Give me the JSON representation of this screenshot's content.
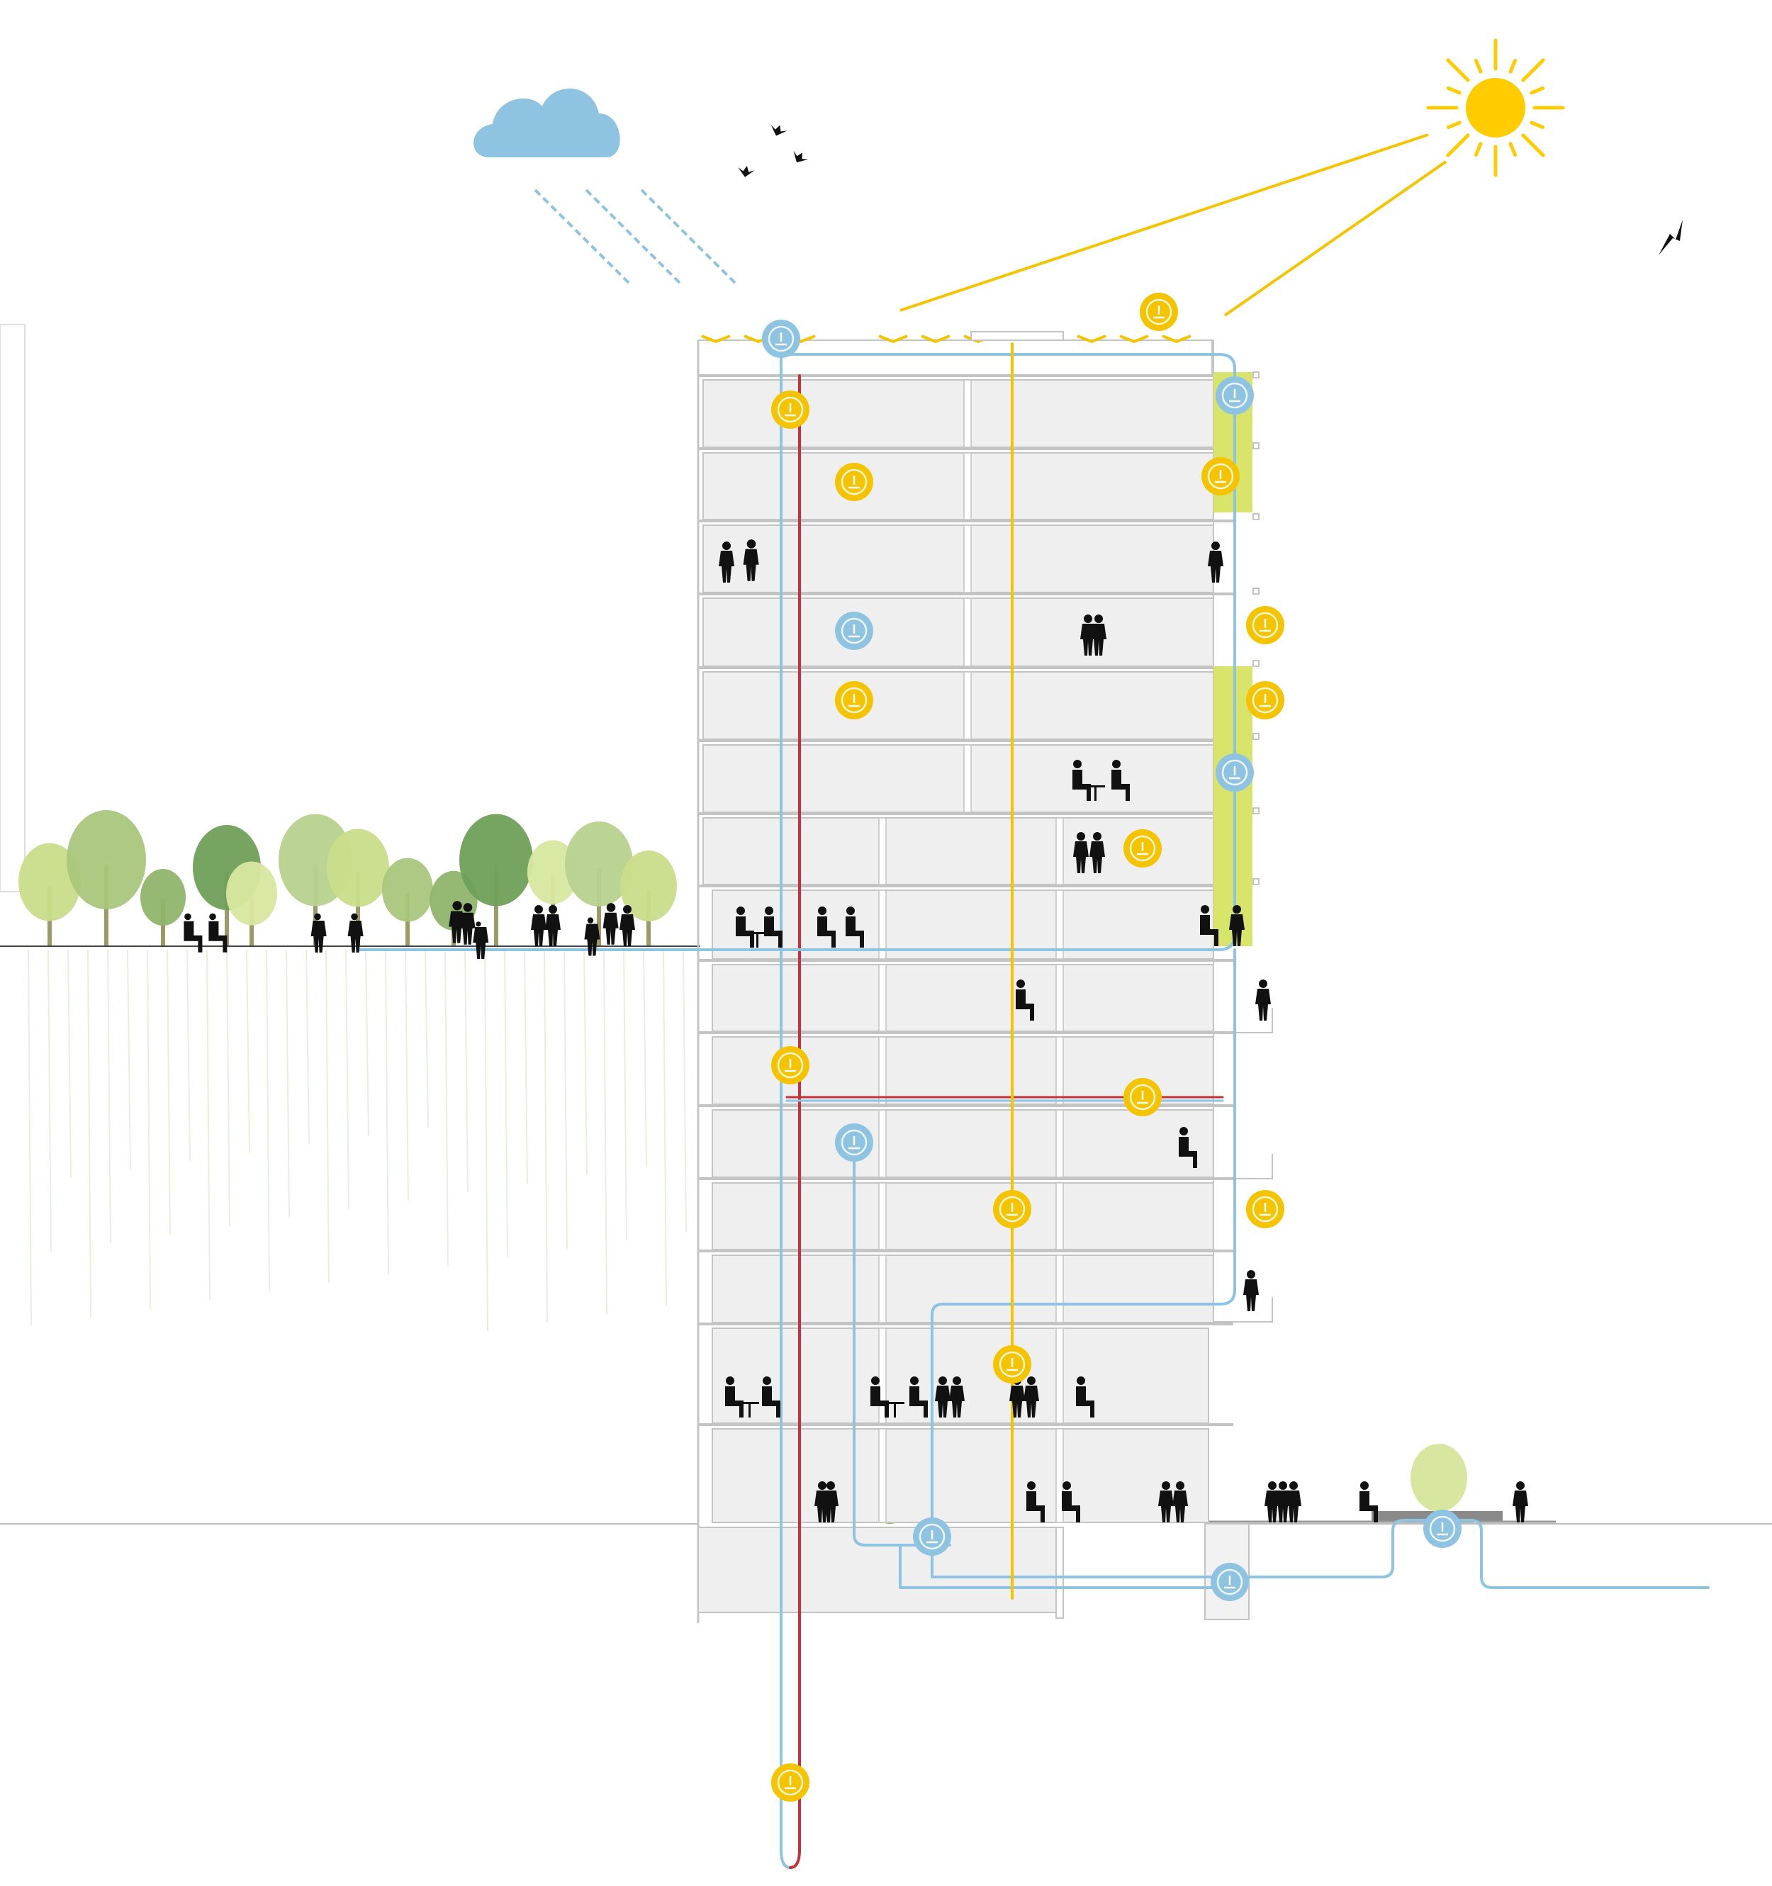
{
  "diagram": {
    "kind": "building-section-sustainability",
    "text_labels": []
  },
  "colors": {
    "rain_blue": "#8ec4e2",
    "water_pipe_blue": "#8ec4e2",
    "hot_pipe_red": "#c5323c",
    "energy_yellow": "#f5c400",
    "sun_yellow": "#ffcc00",
    "green_wall": "#d9e46a",
    "floor_gray": "#efefef",
    "outline_gray": "#c4c4c4",
    "silhouette": "#111111",
    "tree_greens": [
      "#c9dd8a",
      "#a9c67c",
      "#8fb46a",
      "#6fa05a",
      "#d8e7a0",
      "#b7d28e"
    ]
  },
  "icons": [
    {
      "name": "rainwater-collection-icon",
      "system": "water"
    },
    {
      "name": "geothermal-heat-icon",
      "system": "energy"
    },
    {
      "name": "shower-icon",
      "system": "energy"
    },
    {
      "name": "ventilation-icon",
      "system": "energy"
    },
    {
      "name": "fridge-icon",
      "system": "water"
    },
    {
      "name": "heat-exchanger-icon",
      "system": "energy"
    },
    {
      "name": "tap-icon",
      "system": "energy"
    },
    {
      "name": "heat-pump-icon",
      "system": "energy"
    },
    {
      "name": "irrigation-icon",
      "system": "water"
    },
    {
      "name": "air-handling-icon",
      "system": "energy"
    },
    {
      "name": "radiant-heating-icon",
      "system": "energy"
    },
    {
      "name": "water-recycling-icon",
      "system": "water"
    },
    {
      "name": "elevator-icon",
      "system": "energy"
    },
    {
      "name": "battery-storage-icon",
      "system": "energy"
    },
    {
      "name": "lighting-icon",
      "system": "energy"
    },
    {
      "name": "water-tank-icon",
      "system": "water"
    },
    {
      "name": "solar-power-icon",
      "system": "energy"
    },
    {
      "name": "sun-icon",
      "system": "nature"
    },
    {
      "name": "cloud-icon",
      "system": "nature"
    }
  ]
}
